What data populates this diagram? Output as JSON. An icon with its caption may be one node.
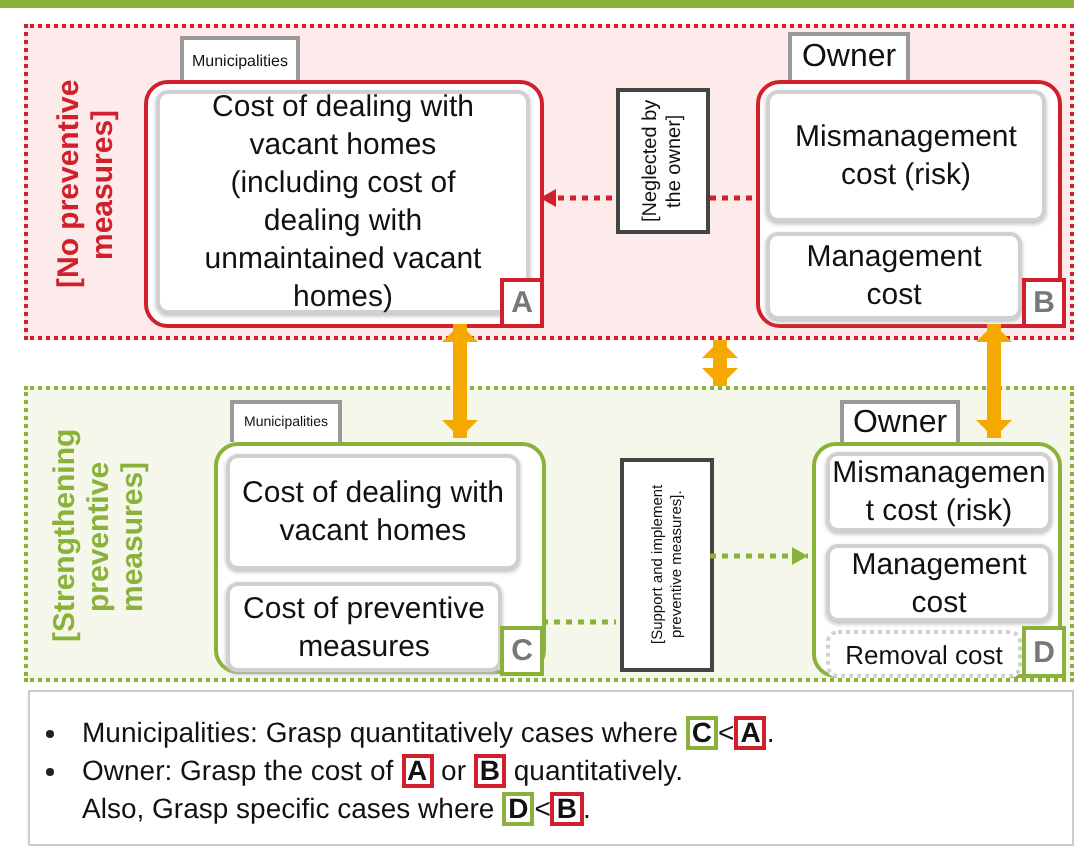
{
  "diagram": {
    "nodes": [
      {
        "text": [
          "[No preventive measures]"
        ]
      },
      {
        "text": [
          "Municipalities"
        ],
        "in": 0
      },
      {
        "text": [
          "Cost of dealing with vacant homes (including cost of dealing with unmaintained vacant homes)"
        ],
        "in": 1
      },
      {
        "text": [
          "A"
        ],
        "in": 1
      },
      {
        "text": [
          "[Neglected by the owner]"
        ],
        "in": 0
      },
      {
        "text": [
          "Owner"
        ],
        "in": 0
      },
      {
        "text": [
          "Mismanagement cost (risk)"
        ],
        "in": 5
      },
      {
        "text": [
          "Management cost"
        ],
        "in": 5
      },
      {
        "text": [
          "B"
        ],
        "in": 5
      },
      {
        "text": [
          "[Strengthening preventive measures]"
        ]
      },
      {
        "text": [
          "Municipalities"
        ],
        "in": 9
      },
      {
        "text": [
          "Cost of dealing with vacant homes"
        ],
        "in": 10
      },
      {
        "text": [
          "Cost of preventive measures"
        ],
        "in": 10
      },
      {
        "text": [
          "C"
        ],
        "in": 10
      },
      {
        "text": [
          "[Support and implement preventive measures]."
        ],
        "in": 9
      },
      {
        "text": [
          "Owner"
        ],
        "in": 9
      },
      {
        "text": [
          "Mismanagement cost (risk)"
        ],
        "in": 15
      },
      {
        "text": [
          "Management cost"
        ],
        "in": 15
      },
      {
        "text": [
          "Removal cost"
        ],
        "in": 15
      },
      {
        "text": [
          "D"
        ],
        "in": 15
      },
      {
        "text": [
          "Municipalities: Grasp quantitatively cases where **C**<**A**.",
          "Owner: Grasp the cost of **A** or **B** quantitatively.",
          "Also, Grasp specific cases where **D**<**B**."
        ]
      }
    ],
    "edges": [
      {
        "from": 5,
        "to": 4,
        "arrow": "none",
        "style": "dashed",
        "color": "#d0202b"
      },
      {
        "from": 4,
        "to": 1,
        "arrow": "to",
        "style": "dashed",
        "color": "#d0202b"
      },
      {
        "from": 10,
        "to": 14,
        "arrow": "none",
        "style": "dashed",
        "color": "#8ab23a"
      },
      {
        "from": 14,
        "to": 15,
        "arrow": "to",
        "style": "dashed",
        "color": "#8ab23a"
      },
      {
        "from": 1,
        "to": 10,
        "arrow": "both",
        "style": "thick"
      },
      {
        "from": 0,
        "to": 9,
        "arrow": "both",
        "style": "thick"
      },
      {
        "from": 5,
        "to": 15,
        "arrow": "both",
        "style": "thick"
      }
    ]
  }
}
